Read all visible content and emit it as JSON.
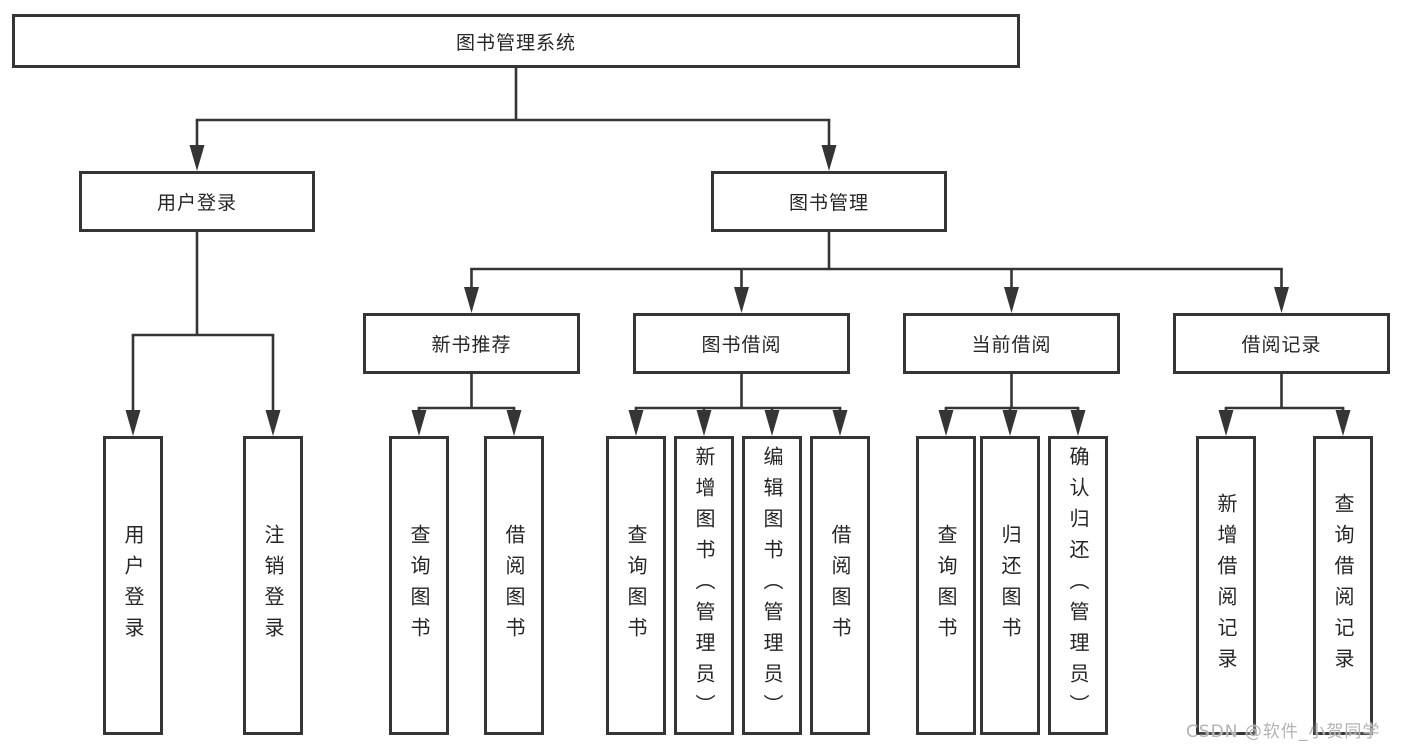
{
  "root": {
    "label": "图书管理系统"
  },
  "level2": {
    "user_login": {
      "label": "用户登录"
    },
    "book_mgmt": {
      "label": "图书管理"
    }
  },
  "level3": {
    "new_books": {
      "label": "新书推荐"
    },
    "book_borrow": {
      "label": "图书借阅"
    },
    "current": {
      "label": "当前借阅"
    },
    "records": {
      "label": "借阅记录"
    }
  },
  "leaves": {
    "user_login": [
      {
        "label": "用户登录"
      },
      {
        "label": "注销登录"
      }
    ],
    "new_books": [
      {
        "label": "查询图书"
      },
      {
        "label": "借阅图书"
      }
    ],
    "book_borrow": [
      {
        "label": "查询图书"
      },
      {
        "label": "新增图书（管理员）"
      },
      {
        "label": "编辑图书（管理员）"
      },
      {
        "label": "借阅图书"
      }
    ],
    "current": [
      {
        "label": "查询图书"
      },
      {
        "label": "归还图书"
      },
      {
        "label": "确认归还（管理员）"
      }
    ],
    "records": [
      {
        "label": "新增借阅记录"
      },
      {
        "label": "查询借阅记录"
      }
    ]
  },
  "watermark": {
    "text": "CSDN @软件_小贺同学"
  },
  "colors": {
    "line": "#353535",
    "text": "#262626",
    "watermark": "#b3b3b3",
    "background": "#ffffff"
  }
}
